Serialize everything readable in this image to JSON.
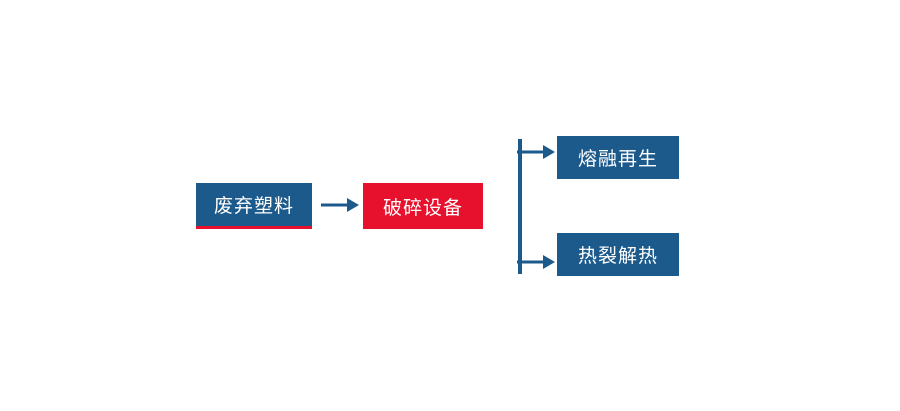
{
  "diagram": {
    "title": "waste-plastic-recycling-flow",
    "nodes": [
      {
        "id": "waste-plastic",
        "label": "废弃塑料",
        "shape": "rect",
        "fill": "blue"
      },
      {
        "id": "crushing-equip",
        "label": "破碎设备",
        "shape": "rect",
        "fill": "red"
      },
      {
        "id": "melt-regen",
        "label": "熔融再生",
        "shape": "rect",
        "fill": "blue"
      },
      {
        "id": "pyrolysis-heat",
        "label": "热裂解热",
        "shape": "rect",
        "fill": "blue"
      }
    ],
    "edges": [
      {
        "from": "waste-plastic",
        "to": "crushing-equip",
        "type": "arrow"
      },
      {
        "from": "crushing-equip",
        "to": "melt-regen",
        "type": "branch-arrow"
      },
      {
        "from": "crushing-equip",
        "to": "pyrolysis-heat",
        "type": "branch-arrow"
      }
    ]
  },
  "colors": {
    "blue": "#1c5a8c",
    "red": "#e8112d",
    "accent_underline": "#e8112d",
    "background": "#ffffff",
    "text": "#ffffff"
  }
}
